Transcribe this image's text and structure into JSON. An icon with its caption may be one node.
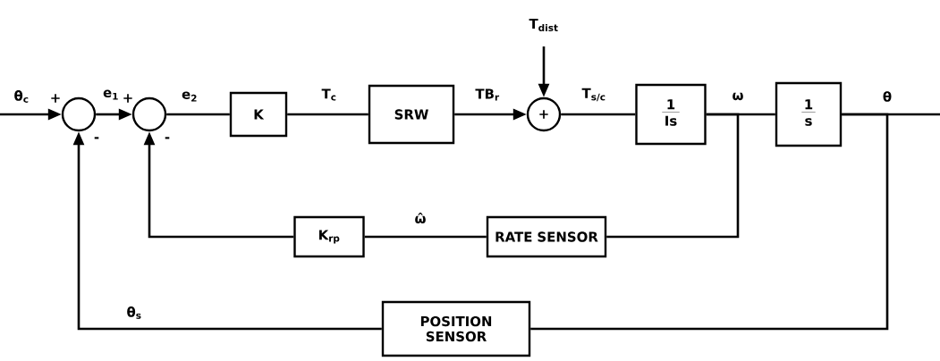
{
  "diagram": {
    "nodes": [
      {
        "text": [],
        "shape": "circle"
      },
      {
        "text": [],
        "shape": "circle"
      },
      {
        "text": [
          "K"
        ]
      },
      {
        "text": [
          "SRW"
        ]
      },
      {
        "text": [
          "+"
        ]
      },
      {
        "text": [
          "1",
          "Is"
        ]
      },
      {
        "text": [
          "1",
          "s"
        ]
      },
      {
        "text": [
          "K$_{rp}$"
        ]
      },
      {
        "text": [
          "RATE SENSOR"
        ]
      },
      {
        "text": [
          "POSITION SENSOR"
        ]
      }
    ],
    "edges": [
      {
        "from": null,
        "to": 0,
        "arrow": "to",
        "label": "θ$_{c}$"
      },
      {
        "from": 0,
        "to": 1,
        "arrow": "to",
        "label": "e$_{1}$"
      },
      {
        "from": 1,
        "to": 2,
        "arrow": "none",
        "label": "e$_{2}$"
      },
      {
        "from": 2,
        "to": 3,
        "arrow": "none",
        "label": "T$_{c}$"
      },
      {
        "from": 3,
        "to": 4,
        "arrow": "to",
        "label": "TB$_{r}$"
      },
      {
        "from": null,
        "to": 4,
        "arrow": "to",
        "label": "T$_{dist}$"
      },
      {
        "from": 4,
        "to": 5,
        "arrow": "none",
        "label": "T$_{s/c}$"
      },
      {
        "from": 5,
        "to": 6,
        "arrow": "none",
        "label": "ω"
      },
      {
        "from": 5,
        "to": 8,
        "arrow": "none"
      },
      {
        "from": 8,
        "to": 7,
        "arrow": "none",
        "label": "ω̂"
      },
      {
        "from": 7,
        "to": 1,
        "arrow": "to"
      },
      {
        "from": 6,
        "to": null,
        "arrow": "none",
        "label": "θ"
      },
      {
        "from": 6,
        "to": 9,
        "arrow": "none"
      },
      {
        "from": 9,
        "to": 0,
        "arrow": "to",
        "label": "θ$_{s}$"
      }
    ],
    "labels": [
      "+",
      "-",
      "+",
      "-"
    ]
  }
}
